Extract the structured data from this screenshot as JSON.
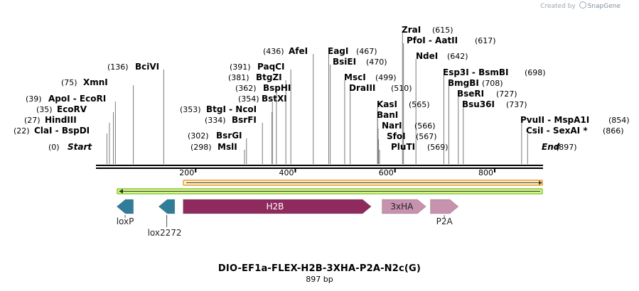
{
  "credit": {
    "prefix": "Created by",
    "brand": "SnapGene"
  },
  "title": "DIO-EF1a-FLEX-H2B-3XHA-P2A-N2c(G)",
  "length_label": "897 bp",
  "sequence_length": 897,
  "ruler_ticks": [
    {
      "label": "200",
      "pos": 200
    },
    {
      "label": "400",
      "pos": 400
    },
    {
      "label": "600",
      "pos": 600
    },
    {
      "label": "800",
      "pos": 800
    }
  ],
  "sites": [
    {
      "text": "(0)",
      "name": "Start",
      "italic": true,
      "pos": 0
    },
    {
      "text": "(22)",
      "name": "ClaI  -  BspDI",
      "pos": 22
    },
    {
      "text": "(27)",
      "name": "HindIII",
      "pos": 27
    },
    {
      "text": "(35)",
      "name": "EcoRV",
      "pos": 35
    },
    {
      "text": "(39)",
      "name": "ApoI  -  EcoRI",
      "pos": 39
    },
    {
      "text": "(75)",
      "name": "XmnI",
      "pos": 75
    },
    {
      "text": "(136)",
      "name": "BciVI",
      "pos": 136
    },
    {
      "text": "(298)",
      "name": "MslI",
      "pos": 298
    },
    {
      "text": "(302)",
      "name": "BsrGI",
      "pos": 302
    },
    {
      "text": "(334)",
      "name": "BsrFI",
      "pos": 334
    },
    {
      "text": "(353)",
      "name": "BtgI  -  NcoI",
      "pos": 353
    },
    {
      "text": "(354)",
      "name": "BstXI",
      "pos": 354
    },
    {
      "text": "(362)",
      "name": "BspHI",
      "pos": 362
    },
    {
      "text": "(381)",
      "name": "BtgZI",
      "pos": 381
    },
    {
      "text": "(391)",
      "name": "PaqCI",
      "pos": 391
    },
    {
      "text": "(436)",
      "name": "AfeI",
      "pos": 436
    },
    {
      "name": "EagI",
      "text": "(467)",
      "pos": 467
    },
    {
      "name": "BsiEI",
      "text": "(470)",
      "pos": 470
    },
    {
      "name": "MscI",
      "text": "(499)",
      "pos": 499
    },
    {
      "name": "DraIII",
      "text": "(510)",
      "pos": 510
    },
    {
      "name": "KasI",
      "text": "(565)",
      "pos": 565
    },
    {
      "name": "BanI",
      "text": "",
      "pos": 565
    },
    {
      "name": "NarI",
      "text": "(566)",
      "pos": 566
    },
    {
      "name": "SfoI",
      "text": "(567)",
      "pos": 567
    },
    {
      "name": "PluTI",
      "text": "(569)",
      "pos": 569
    },
    {
      "name": "ZraI",
      "text": "(615)",
      "pos": 615
    },
    {
      "name": "PfoI  -  AatII",
      "text": "(617)",
      "pos": 617
    },
    {
      "name": "NdeI",
      "text": "(642)",
      "pos": 642
    },
    {
      "name": "Esp3I  -  BsmBI",
      "text": "(698)",
      "pos": 698
    },
    {
      "name": "BmgBI",
      "text": "(708)",
      "pos": 708
    },
    {
      "name": "BseRI",
      "text": "(727)",
      "pos": 727
    },
    {
      "name": "Bsu36I",
      "text": "(737)",
      "pos": 737
    },
    {
      "name": "PvuII  -  MspA1I",
      "text": "(854)",
      "pos": 854
    },
    {
      "name": "CsiI  -  SexAI *",
      "text": "(866)",
      "pos": 866
    },
    {
      "name": "End",
      "text": "(897)",
      "italic": true,
      "pos": 897
    }
  ],
  "features": [
    {
      "name": "loxP",
      "start": 42,
      "end": 75,
      "direction": "reverse",
      "color": "#2f7d99",
      "label_outside": true
    },
    {
      "name": "lox2272",
      "start": 126,
      "end": 158,
      "direction": "reverse",
      "color": "#2f7d99",
      "label_outside": true
    },
    {
      "name": "H2B",
      "start": 175,
      "end": 552,
      "direction": "forward",
      "color": "#8f2a5e",
      "text_color": "#ffffff"
    },
    {
      "name": "3xHA",
      "start": 574,
      "end": 662,
      "direction": "forward",
      "color": "#c692ad",
      "text_color": "#222222"
    },
    {
      "name": "P2A",
      "start": 671,
      "end": 727,
      "direction": "forward",
      "color": "#c692ad",
      "label_outside": true
    }
  ],
  "colors": {
    "orf_fill": "#fbf1c9",
    "orf_border": "#e39e3a",
    "orf2_fill": "#dff29b",
    "orf2_border": "#7fcf2d",
    "orf2_arrow": "#2a3d1a"
  }
}
